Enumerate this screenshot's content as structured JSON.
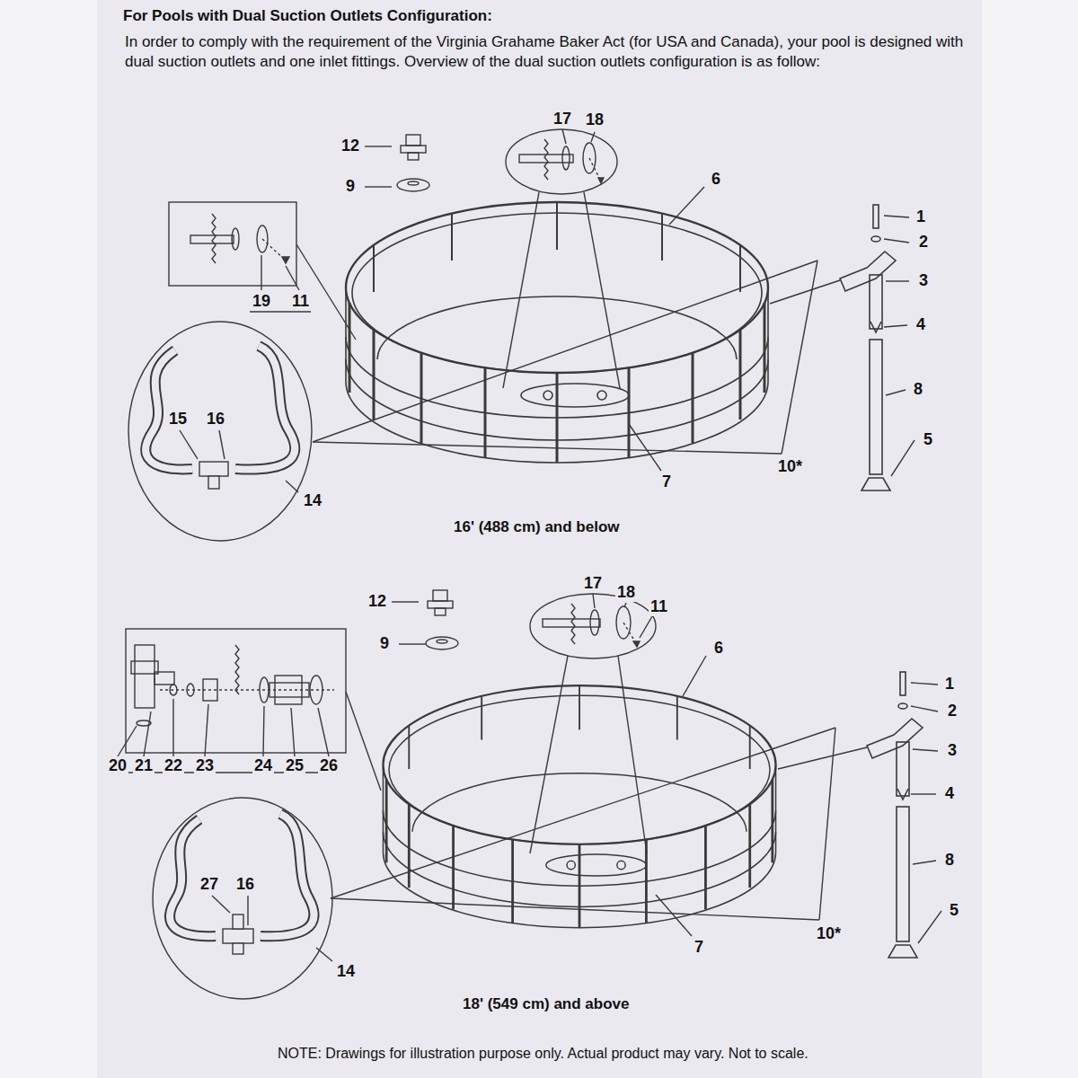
{
  "diagram": {
    "title": "For Pools with Dual Suction Outlets Configuration:",
    "caption": "NOTE: Drawings for illustration purpose only. Actual product may vary. Not to scale.",
    "labels": [
      "In order to comply with the requirement of the Virginia Grahame Baker Act (for USA and Canada), your pool is designed with dual suction outlets and one inlet fittings. Overview of the dual suction outlets configuration is as follow:",
      "12",
      "9",
      "17",
      "18",
      "6",
      "1",
      "2",
      "3",
      "4",
      "8",
      "5",
      "19",
      "11",
      "15",
      "16",
      "14",
      "7",
      "10*",
      "16' (488 cm) and below",
      "12",
      "9",
      "17",
      "18",
      "11",
      "6",
      "1",
      "2",
      "3",
      "4",
      "8",
      "5",
      "20",
      "21",
      "22",
      "23",
      "24",
      "25",
      "26",
      "27",
      "16",
      "14",
      "7",
      "10*",
      "18' (549 cm) and above"
    ]
  }
}
